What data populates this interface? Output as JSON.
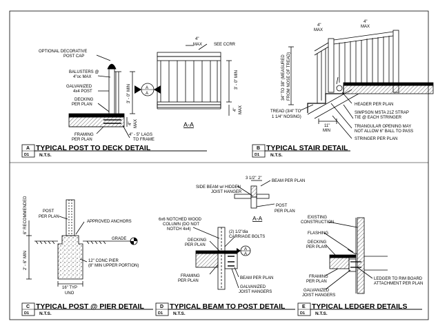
{
  "details": [
    {
      "id": "A",
      "sheet": "D1",
      "title": "TYPICAL POST TO DECK DETAIL",
      "scale": "N.T.S."
    },
    {
      "id": "B",
      "sheet": "D1",
      "title": "TYPICAL STAIR DETAIL",
      "scale": "N.T.S."
    },
    {
      "id": "C",
      "sheet": "D1",
      "title": "TYPICAL POST @ PIER DETAIL",
      "scale": "N.T.S."
    },
    {
      "id": "D",
      "sheet": "D1",
      "title": "TYPICAL BEAM TO POST DETAIL",
      "scale": "N.T.S."
    },
    {
      "id": "E",
      "sheet": "D1",
      "title": "TYPICAL LEDGER DETAILS",
      "scale": "N.T.S."
    }
  ],
  "detail_a": {
    "post_cap": "OPTIONAL DECORATIVE",
    "post_cap_2": "POST CAP",
    "balusters": "BALUSTERS @",
    "balusters_2": "4\"oc MAX",
    "post": "GALVANIZED",
    "post_2": "4x4 POST",
    "decking": "DECKING",
    "decking_2": "PER PLAN",
    "framing": "FRAMING",
    "framing_2": "PER PLAN",
    "lags": "4\" - 5\" LAGS",
    "lags_2": "TO FRAME",
    "height": "3' - 0\" MIN",
    "max": "4\"",
    "max_2": "MAX",
    "section_tag": "A",
    "section_sheet": "A",
    "elev_spacing": "4\"",
    "elev_spacing_2": "MAX",
    "see_ccrr": "SEE CCRR",
    "elev_height": "3' - 0\" MIN",
    "elev_bottom": "4\"",
    "elev_bottom_2": "MAX",
    "section_label": "A-A"
  },
  "detail_b": {
    "gap_left": "4\"",
    "gap_left_2": "MAX",
    "gap_right": "4\"",
    "gap_right_2": "MAX",
    "height": "34\" TO 38\" (MEASURED",
    "height_2": "FROM NOSE OF TREAD)",
    "header": "HEADER PER PLAN",
    "strap": "SIMPSON MSTA 21Z STRAP",
    "strap_2": "TIE @ EACH STRINGER",
    "tread": "TREAD (3/4\" TO",
    "tread_2": "1 1/4\" NOSING)",
    "triangle": "TRIANGULAR OPENING MAY",
    "triangle_2": "NOT ALLOW 6\" BALL TO PASS",
    "stringer": "STRINGER PER PLAN",
    "run": "11\"",
    "run_2": "MIN"
  },
  "detail_c": {
    "post": "POST",
    "post_2": "PER PLAN",
    "anchors": "APPROVED ANCHORS",
    "grade": "GRADE",
    "recommended": "6\" RECOMMENDED",
    "depth": "2' - 6\" MIN",
    "pier": "12\" CONC PIER",
    "pier_2": "(8\" MIN UPPER PORTION)",
    "width": "16\" TYP",
    "uno": "UNO"
  },
  "detail_d": {
    "dim_a": "3 1/2\"",
    "dim_b": "2\"",
    "beam_top": "BEAM PER PLAN",
    "side_beam": "SIDE BEAM w/ HIDDEN",
    "side_beam_2": "JOIST HANGER",
    "post": "POST",
    "post_2": "PER PLAN",
    "section_label": "A-A",
    "column": "6x6 NOTCHED WOOD",
    "column_2": "COLUMN (DO NOT",
    "column_3": "NOTCH 4x4)",
    "bolts": "(2) 1/2\"dia",
    "bolts_2": "CARRIAGE BOLTS",
    "decking": "DECKING",
    "decking_2": "PER PLAN",
    "framing": "FRAMING",
    "framing_2": "PER PLAN",
    "beam": "BEAM PER PLAN",
    "hangers": "GALVANIZED",
    "hangers_2": "JOIST HANGERS",
    "section_tag": "A",
    "section_sheet": "A"
  },
  "detail_e": {
    "existing": "EXISTING",
    "existing_2": "CONSTRUCTION",
    "flashing": "FLASHING",
    "decking": "DECKING",
    "decking_2": "PER PLAN",
    "framing": "FRAMING",
    "framing_2": "PER PLAN",
    "hangers": "GALVANIZED",
    "hangers_2": "JOIST HANGERS",
    "ledger": "LEDGER TO RIM BOARD",
    "ledger_2": "ATTACHMENT PER PLAN"
  }
}
